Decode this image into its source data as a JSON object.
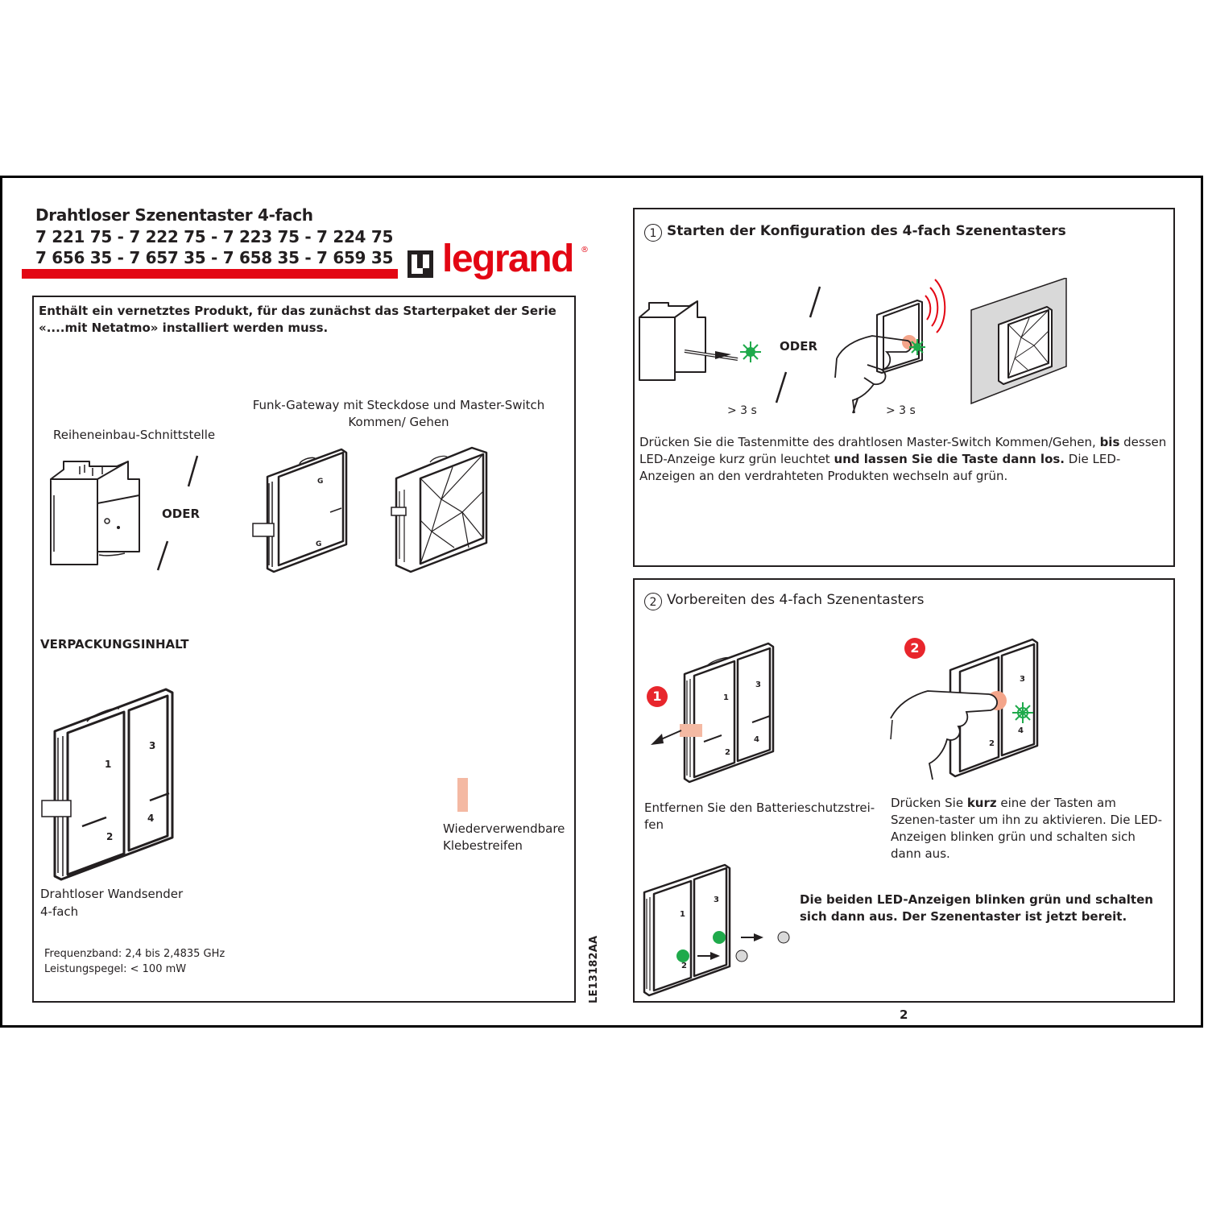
{
  "header": {
    "title": "Drahtloser Szenentaster 4-fach",
    "refs_line1": "7 221 75 - 7 222 75 - 7 223 75 - 7 224 75",
    "refs_line2": "7 656 35 - 7 657 35 - 7 658 35 - 7 659 35",
    "logo": "legrand",
    "logo_reg": "®"
  },
  "left": {
    "intro": "Enthält ein vernetztes Produkt, für das zunächst das Starterpaket der Serie «....mit Netatmo»  installiert werden muss.",
    "interface_label": "Reiheneinbau-Schnittstelle",
    "gateway_label": "Funk-Gateway mit Steckdose und Master-Switch Kommen/ Gehen",
    "oder": "ODER",
    "contents_title": "VERPACKUNGSINHALT",
    "sender_label_1": "Drahtloser Wandsender",
    "sender_label_2": "4-fach",
    "tape_label_1": "Wiederverwendbare",
    "tape_label_2": "Klebestreifen",
    "freq": "Frequenzband: 2,4 bis 2,4835 GHz",
    "power": "Leistungspegel: < 100 mW",
    "doc_code": "LE13182AA"
  },
  "step1": {
    "num": "1",
    "title": "Starten der Konfiguration des 4-fach Szenentasters",
    "oder": "ODER",
    "time1": "> 3 s",
    "time2": "> 3 s",
    "text_a": "Drücken Sie die Tastenmitte des drahtlosen Master-Switch Kommen/Gehen, ",
    "text_b": "bis",
    "text_c": " dessen LED-Anzeige kurz grün leuchtet ",
    "text_d": "und lassen Sie die Taste dann los.",
    "text_e": " Die LED-Anzeigen an den verdrahteten Produkten wechseln auf grün."
  },
  "step2": {
    "num": "2",
    "title": "Vorbereiten des 4-fach Szenentasters",
    "badge1": "1",
    "badge2": "2",
    "remove_1": "Entfernen Sie den Batterieschutzstrei-",
    "remove_2": "fen",
    "press_a": "Drücken Sie ",
    "press_b": "kurz",
    "press_c": " eine der Tasten am Szenen-taster um ihn zu aktivieren. Die LED-Anzeigen blinken grün und schalten sich dann aus.",
    "ready": "Die beiden LED-Anzeigen blinken grün und schalten sich dann aus. Der Szenentaster ist jetzt bereit."
  },
  "key_labels": [
    "1",
    "2",
    "3",
    "4"
  ],
  "page_number": "2",
  "colors": {
    "brand_red": "#e30613",
    "led_green": "#1faa4b",
    "tape": "#f4b9a3"
  }
}
